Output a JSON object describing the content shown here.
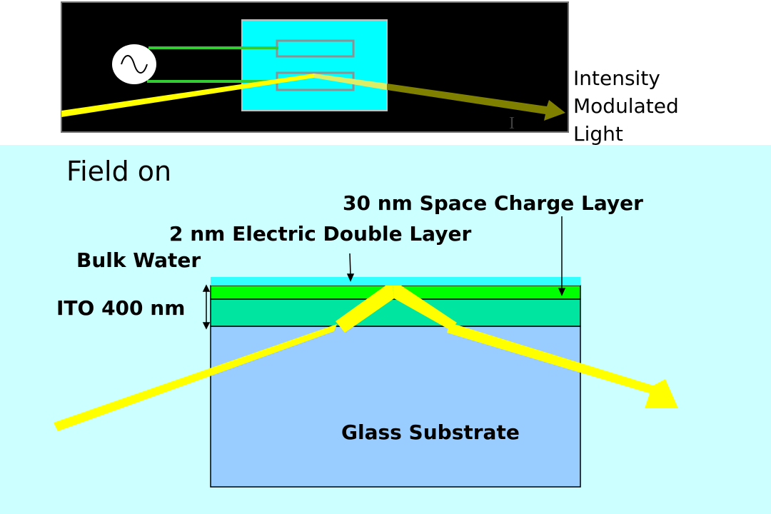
{
  "top": {
    "output_label_lines": [
      "Intensity",
      "Modulated",
      "Light"
    ],
    "stray_mark": "I"
  },
  "bottom": {
    "title": "Field on",
    "space_charge_label": "30 nm Space Charge Layer",
    "double_layer_label": "2 nm Electric Double Layer",
    "bulk_water_label": "Bulk Water",
    "ito_label": "ITO 400 nm",
    "glass_label": "Glass Substrate"
  },
  "colors": {
    "black_box": "#000000",
    "electrode_cell": "#00ffff",
    "wire": "#33cc33",
    "beam": "#ffff00",
    "beam_dim": "#808000",
    "water": "#33ffff",
    "double_layer": "#00ff00",
    "ito": "#00e6a0",
    "glass": "#99ccff",
    "background": "#ccffff"
  }
}
